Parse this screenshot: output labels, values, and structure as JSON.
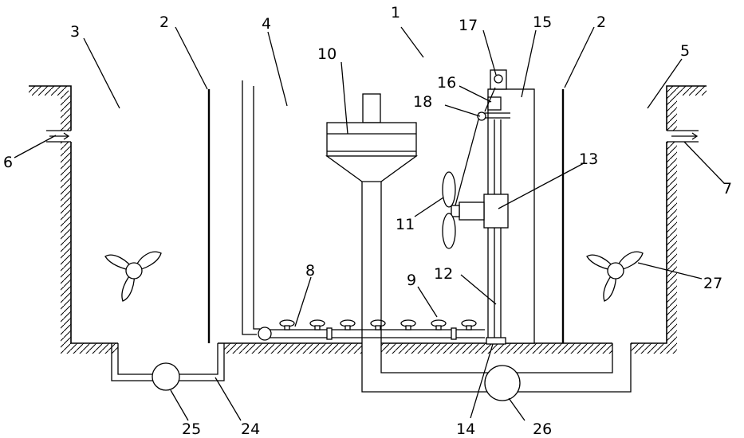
{
  "labels": {
    "l1": "1",
    "l2a": "2",
    "l2b": "2",
    "l3": "3",
    "l4": "4",
    "l5": "5",
    "l6": "6",
    "l7": "7",
    "l8": "8",
    "l9": "9",
    "l10": "10",
    "l11": "11",
    "l12": "12",
    "l13": "13",
    "l14": "14",
    "l15": "15",
    "l16": "16",
    "l17": "17",
    "l18": "18",
    "l24": "24",
    "l25": "25",
    "l26": "26",
    "l27": "27"
  }
}
